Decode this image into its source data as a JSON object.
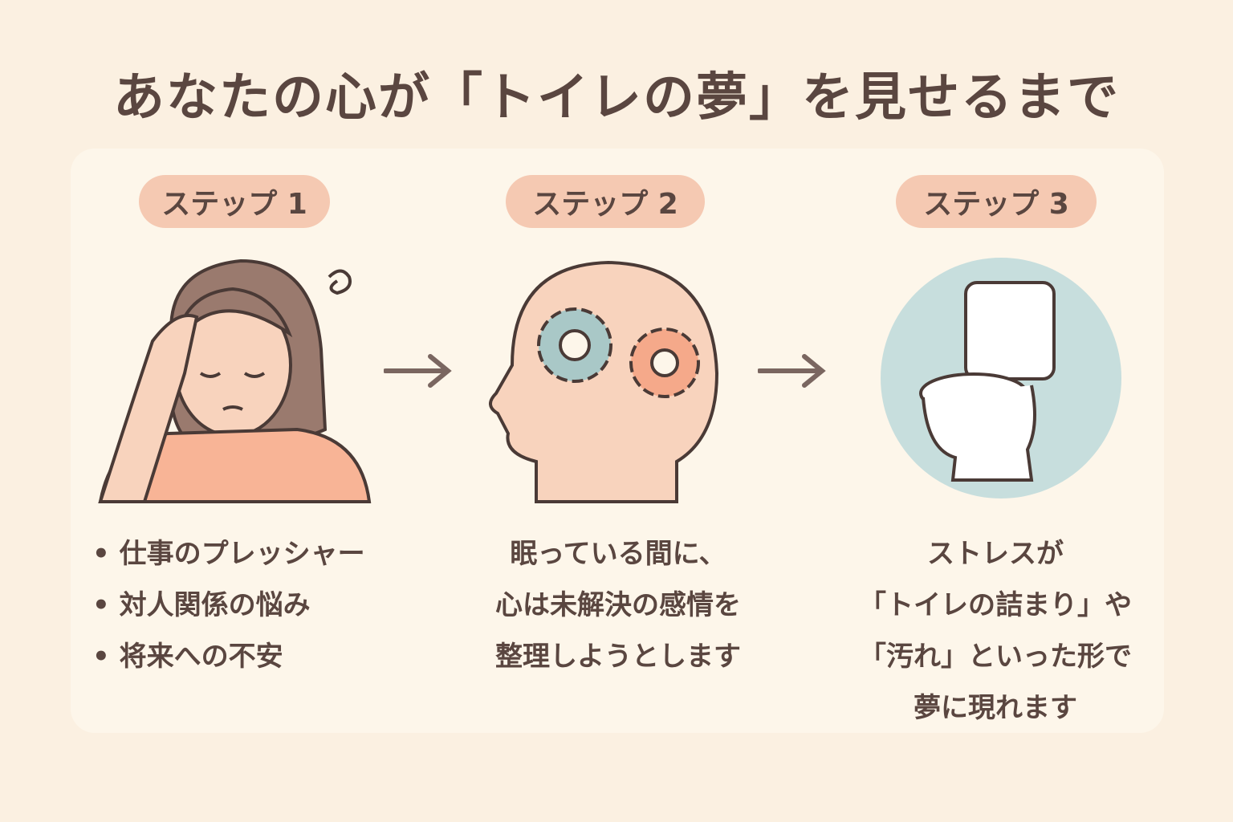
{
  "title": "あなたの心が「トイレの夢」を見せるまで",
  "steps": [
    {
      "label": "ステップ 1",
      "lines": [
        "• 仕事のプレッシャー",
        "• 対人関係の悩み",
        "• 将来への不安"
      ]
    },
    {
      "label": "ステップ 2",
      "lines": [
        "眠っている間に、",
        "心は未解決の感情を",
        "整理しようとします"
      ]
    },
    {
      "label": "ステップ 3",
      "lines": [
        "ストレスが",
        "「トイレの詰まり」や",
        "「汚れ」といった形で",
        "夢に現れます"
      ]
    }
  ],
  "colors": {
    "background": "#fbf0e1",
    "card": "#fdf6ea",
    "pill": "#f5c9b2",
    "text": "#5a4640"
  }
}
